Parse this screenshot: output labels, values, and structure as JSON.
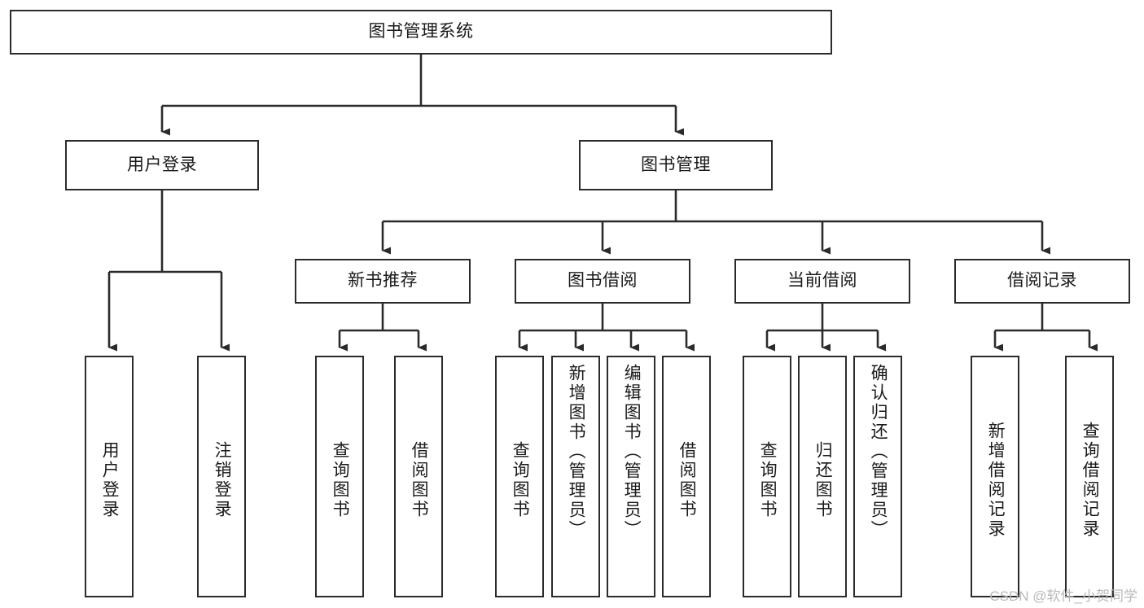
{
  "diagram": {
    "type": "tree-hierarchy-functional-structure",
    "root": {
      "id": "root",
      "label": "图书管理系统"
    },
    "level2": [
      {
        "id": "user-login",
        "label": "用户登录"
      },
      {
        "id": "book-management",
        "label": "图书管理"
      }
    ],
    "level3": [
      {
        "id": "new-book-recommend",
        "label": "新书推荐",
        "parent": "book-management"
      },
      {
        "id": "book-borrow",
        "label": "图书借阅",
        "parent": "book-management"
      },
      {
        "id": "current-borrow",
        "label": "当前借阅",
        "parent": "book-management"
      },
      {
        "id": "borrow-record",
        "label": "借阅记录",
        "parent": "book-management"
      }
    ],
    "leaves": {
      "user-login": [
        {
          "id": "leaf-user-login",
          "label": "用户登录"
        },
        {
          "id": "leaf-user-logout",
          "label": "注销登录"
        }
      ],
      "new-book-recommend": [
        {
          "id": "leaf-query-book-1",
          "label": "查询图书"
        },
        {
          "id": "leaf-borrow-book-1",
          "label": "借阅图书"
        }
      ],
      "book-borrow": [
        {
          "id": "leaf-query-book-2",
          "label": "查询图书"
        },
        {
          "id": "leaf-add-book",
          "label": "新增图书（管理员）"
        },
        {
          "id": "leaf-edit-book",
          "label": "编辑图书（管理员）"
        },
        {
          "id": "leaf-borrow-book-2",
          "label": "借阅图书"
        }
      ],
      "current-borrow": [
        {
          "id": "leaf-query-book-3",
          "label": "查询图书"
        },
        {
          "id": "leaf-return-book",
          "label": "归还图书"
        },
        {
          "id": "leaf-confirm-return",
          "label": "确认归还（管理员）"
        }
      ],
      "borrow-record": [
        {
          "id": "leaf-add-record",
          "label": "新增借阅记录"
        },
        {
          "id": "leaf-query-record",
          "label": "查询借阅记录"
        }
      ]
    }
  },
  "watermark": {
    "text": "CSDN @软件_小贺同学"
  },
  "colors": {
    "stroke": "#2b2b2b",
    "background": "#ffffff",
    "text": "#1a1a1a",
    "watermark": "#b9b9b9"
  }
}
